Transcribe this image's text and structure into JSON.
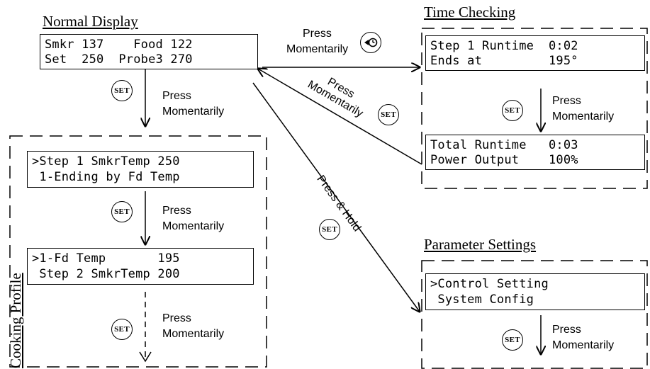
{
  "sections": {
    "normal": "Normal Display",
    "time": "Time Checking",
    "params": "Parameter Settings",
    "cooking": "Cooking Profile"
  },
  "screens": {
    "normal": {
      "line1": "Smkr 137    Food 122",
      "line2": "Set  250  Probe3 270"
    },
    "time1": {
      "line1": "Step 1 Runtime  0:02",
      "line2": "Ends at         195°"
    },
    "time2": {
      "line1": "Total Runtime   0:03",
      "line2": "Power Output    100%"
    },
    "cook1": {
      "line1": ">Step 1 SmkrTemp 250",
      "line2": " 1-Ending by Fd Temp"
    },
    "cook2": {
      "line1": ">1-Fd Temp       195",
      "line2": " Step 2 SmkrTemp 200"
    },
    "param": {
      "line1": ">Control Setting    ",
      "line2": " System Config      "
    }
  },
  "captions": {
    "press": "Press",
    "momentarily": "Momentarily",
    "press_hold": "Press & Hold"
  },
  "buttons": {
    "set_label": "SET",
    "timer_icon": "timer-icon"
  }
}
